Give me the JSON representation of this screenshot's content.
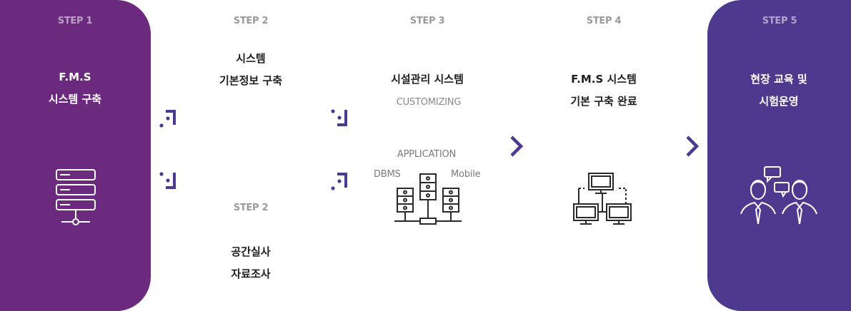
{
  "colors": {
    "step1_bg": "#6b2a7e",
    "step5_bg": "#4d3a8e",
    "accent": "#4d3a8e",
    "text_dark": "#1f1f1f",
    "step_gray": "#9a9a9a"
  },
  "steps": [
    {
      "step_label": "STEP 1",
      "title_lines": [
        "F.M.S",
        "시스템 구축"
      ],
      "icon": "server-rack-icon"
    },
    {
      "step_label": "STEP 2",
      "title_lines": [
        "시스템",
        "기본정보 구축"
      ]
    },
    {
      "step_label": "STEP 2",
      "title_lines": [
        "공간실사",
        "자료조사"
      ]
    },
    {
      "step_label": "STEP 3",
      "title_lines": [
        "시설관리 시스템"
      ],
      "subtitle": "CUSTOMIZING",
      "diagram": {
        "top_label": "APPLICATION",
        "left_label": "DBMS",
        "right_label": "Mobile"
      },
      "icon": "servers-network-icon"
    },
    {
      "step_label": "STEP 4",
      "title_lines": [
        "F.M.S 시스템",
        "기본 구축 완료"
      ],
      "icon": "computer-network-icon"
    },
    {
      "step_label": "STEP 5",
      "title_lines": [
        "현장 교육 및",
        "시험운영"
      ],
      "icon": "people-discussion-icon"
    }
  ]
}
